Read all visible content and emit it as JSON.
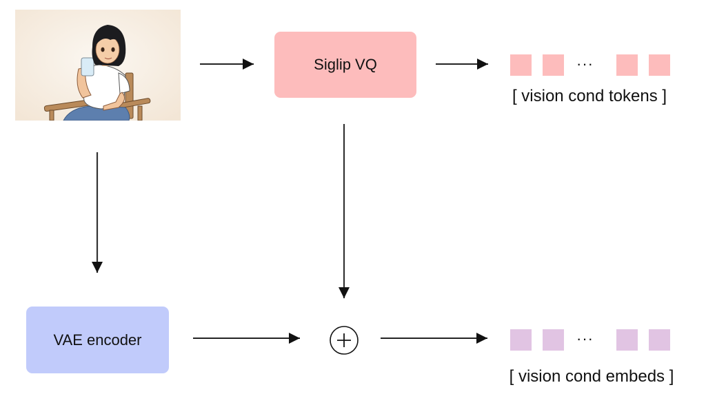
{
  "diagram": {
    "input_image": {
      "description": "Anime-style illustration of a short-haired girl in a white t-shirt sitting on a wooden chair drinking from a glass of water"
    },
    "nodes": {
      "siglip": {
        "label": "Siglip VQ",
        "color": "#fdbcbc"
      },
      "vae": {
        "label": "VAE encoder",
        "color": "#c1cbfb"
      },
      "sum": {
        "label": "+"
      }
    },
    "outputs": {
      "tokens": {
        "caption": "[ vision cond tokens ]",
        "ellipsis": "···",
        "color": "#fdbcbc",
        "count_shown": 4
      },
      "embeds": {
        "caption": "[ vision cond embeds ]",
        "ellipsis": "···",
        "color": "#e1c4e3",
        "count_shown": 4
      }
    },
    "edges": [
      {
        "from": "input_image",
        "to": "siglip"
      },
      {
        "from": "siglip",
        "to": "tokens"
      },
      {
        "from": "input_image",
        "to": "vae"
      },
      {
        "from": "siglip",
        "to": "sum"
      },
      {
        "from": "vae",
        "to": "sum"
      },
      {
        "from": "sum",
        "to": "embeds"
      }
    ]
  }
}
